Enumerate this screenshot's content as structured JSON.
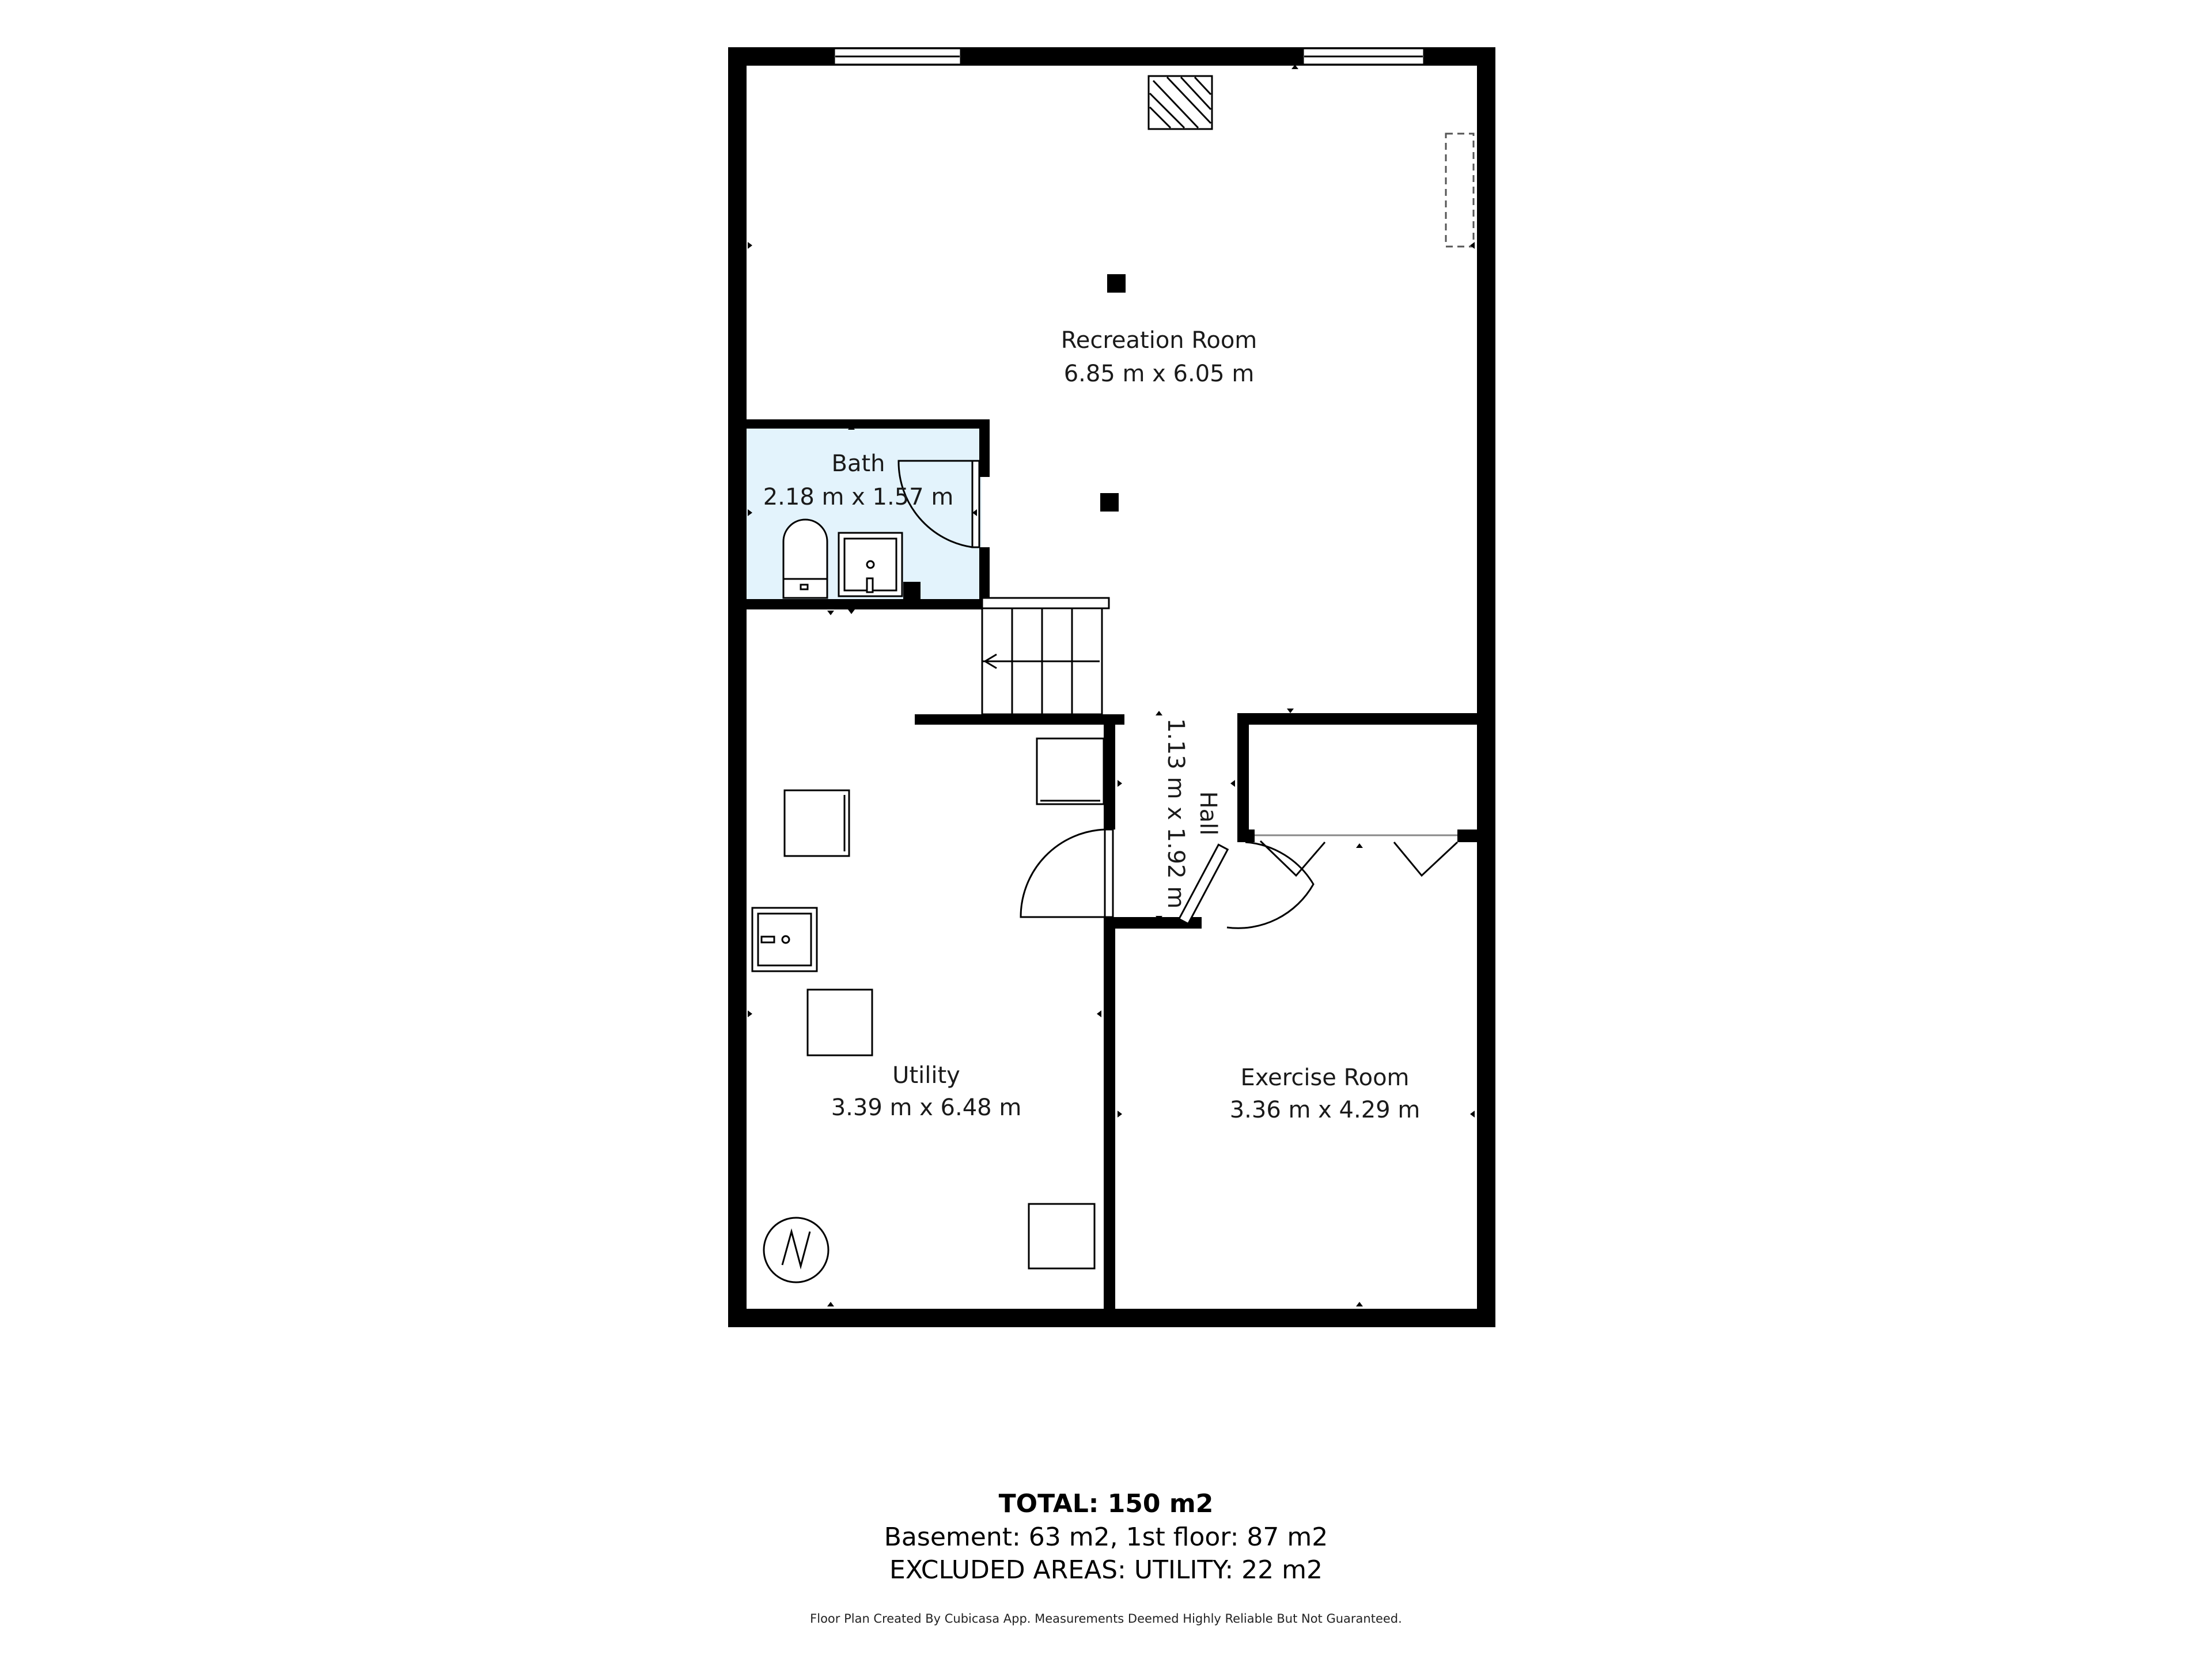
{
  "rooms": {
    "recreation": {
      "name": "Recreation Room",
      "size": "6.85 m x 6.05 m"
    },
    "bath": {
      "name": "Bath",
      "size": "2.18 m x 1.57 m"
    },
    "hall": {
      "name": "Hall",
      "size": "1.13 m x 1.92 m"
    },
    "utility": {
      "name": "Utility",
      "size": "3.39 m x 6.48 m"
    },
    "exercise": {
      "name": "Exercise Room",
      "size": "3.36 m x 4.29 m"
    }
  },
  "summary": {
    "total": "TOTAL: 150 m2",
    "floors": "Basement: 63 m2, 1st floor: 87 m2",
    "excluded": "EXCLUDED AREAS: UTILITY: 22 m2"
  },
  "footer": {
    "disclaimer": "Floor Plan Created By Cubicasa App. Measurements Deemed Highly Reliable But Not Guaranteed."
  },
  "colors": {
    "wall": "#000000",
    "bath_fill": "#e3f3fc",
    "background": "#ffffff"
  }
}
